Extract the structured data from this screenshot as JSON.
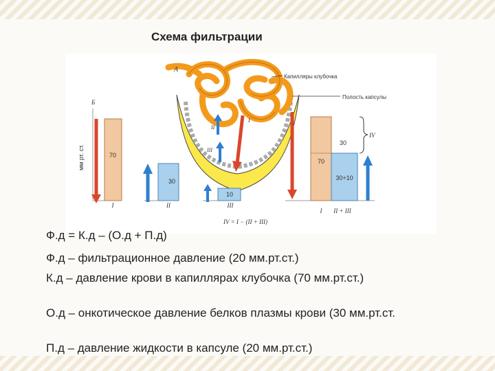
{
  "title": "Схема фильтрации",
  "figure": {
    "label_a": "А",
    "label_b": "Б",
    "capillaries_label": "Капилляры клубочка",
    "capsule_label": "Полость капсулы",
    "y_axis_label": "мм рт. ст.",
    "bar_left_value": "70",
    "bar_left_roman": "I",
    "bar_mid1_value": "30",
    "bar_mid1_roman": "II",
    "bar_mid2_value": "10",
    "bar_mid2_roman": "III",
    "arrow_inner_1": "II",
    "arrow_inner_2": "I",
    "arrow_inner_3": "III",
    "right_value_top": "30",
    "right_value_bottom": "70",
    "right_value_combined": "30+10",
    "right_roman_1": "I",
    "right_roman_2": "II + III",
    "brace_label": "IV",
    "formula": "IV = I − (II + III)"
  },
  "definitions": [
    "Ф.д = К.д – (О.д + П.д)",
    "Ф.д – фильтрационное давление (20 мм.рт.ст.)",
    "К.д – давление крови в капиллярах клубочка (70 мм.рт.ст.)",
    "О.д – онкотическое давление белков плазмы крови (30 мм.рт.ст.",
    "П.д – давление жидкости в капсуле (20 мм.рт.ст.)"
  ],
  "colors": {
    "capillary_orange": "#f39a1c",
    "capsule_yellow": "#fbe84a",
    "bar_tan": "#f1c8a0",
    "bar_blue": "#a9d0ec",
    "arrow_red": "#d9472b",
    "arrow_blue": "#2f7fd0"
  }
}
